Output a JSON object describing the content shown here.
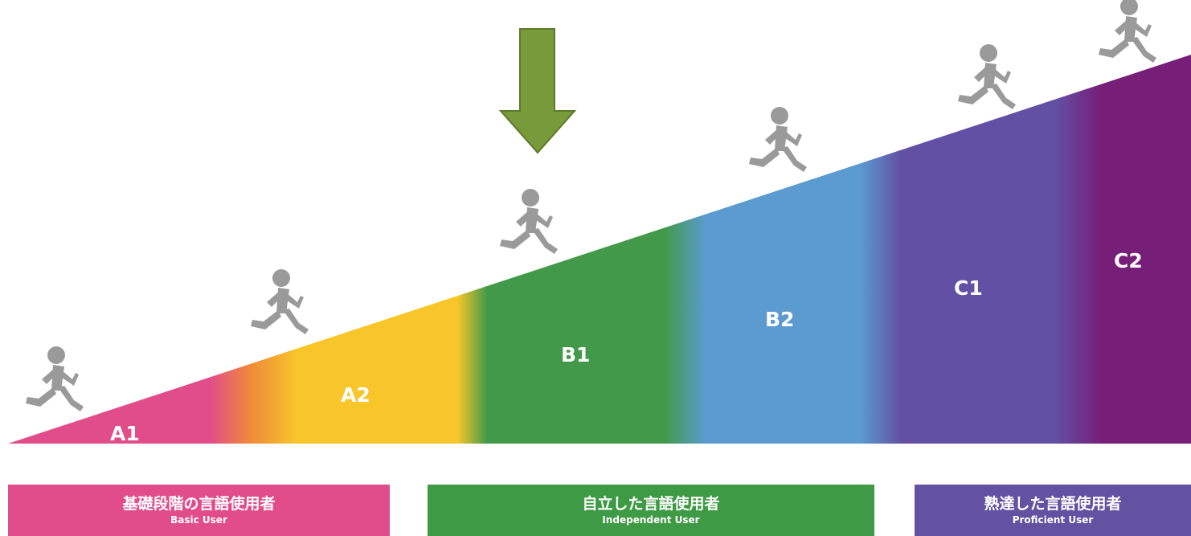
{
  "levels": [
    {
      "code": "A1"
    },
    {
      "code": "A2"
    },
    {
      "code": "B1"
    },
    {
      "code": "B2"
    },
    {
      "code": "C1"
    },
    {
      "code": "C2"
    }
  ],
  "current_level": "B1",
  "groups": [
    {
      "ja": "基礎段階の言語使用者",
      "en": "Basic User",
      "color": "#e14d8a"
    },
    {
      "ja": "自立した言語使用者",
      "en": "Independent User",
      "color": "#3f9a45"
    },
    {
      "ja": "熟達した言語使用者",
      "en": "Proficient User",
      "color": "#6352a1"
    }
  ],
  "colors": {
    "a1": "#e14d8a",
    "a2_orange": "#f08a3a",
    "a2": "#f8c62a",
    "b1": "#43994a",
    "b2": "#5b9bd0",
    "c1": "#6150a3",
    "c2": "#761e78",
    "arrow": "#789a3a",
    "runner": "#9a9a9a"
  }
}
